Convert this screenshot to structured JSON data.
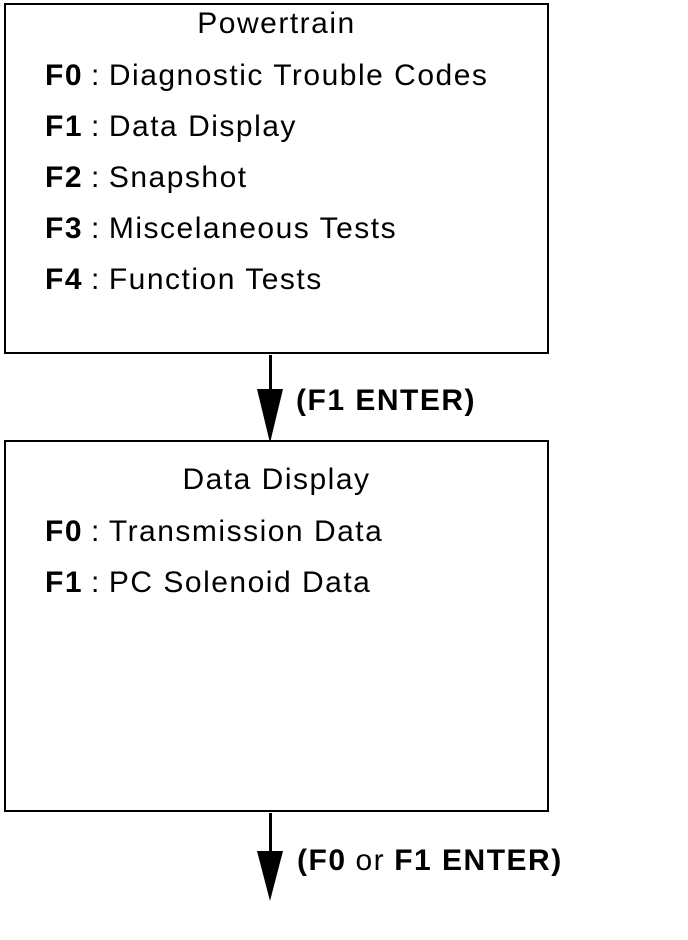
{
  "palette": {
    "ink": "#000000",
    "paper": "#ffffff"
  },
  "menus": [
    {
      "title": "Powertrain",
      "items": [
        {
          "code": "F0",
          "sep": ":",
          "label": "Diagnostic Trouble Codes"
        },
        {
          "code": "F1",
          "sep": ":",
          "label": "Data Display"
        },
        {
          "code": "F2",
          "sep": ":",
          "label": "Snapshot"
        },
        {
          "code": "F3",
          "sep": ":",
          "label": "Miscelaneous Tests"
        },
        {
          "code": "F4",
          "sep": ":",
          "label": "Function Tests"
        }
      ]
    },
    {
      "title": "Data Display",
      "items": [
        {
          "code": "F0",
          "sep": ":",
          "label": "Transmission Data"
        },
        {
          "code": "F1",
          "sep": ":",
          "label": "PC Solenoid Data"
        }
      ]
    }
  ],
  "arrows": [
    {
      "label_parts": [
        "(F1 ENTER)"
      ]
    },
    {
      "label_parts": [
        "(F0",
        "or",
        "F1 ENTER)"
      ]
    }
  ]
}
